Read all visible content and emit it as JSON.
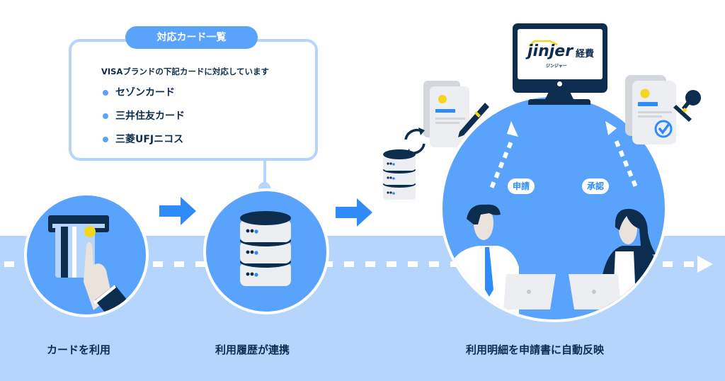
{
  "supported_cards": {
    "title": "対応カード一覧",
    "intro": "VISAブランドの下記カードに対応しています",
    "items": [
      "セゾンカード",
      "三井住友カード",
      "三菱UFJニコス"
    ]
  },
  "steps": [
    {
      "label": "カードを利用",
      "icon": "card-reader-hand-icon"
    },
    {
      "label": "利用履歴が連携",
      "icon": "database-icon"
    },
    {
      "label": "利用明細を申請書に自動反映",
      "icon": "office-workers-icon"
    }
  ],
  "app": {
    "logo_text": "jinjer",
    "logo_suffix": "経費",
    "logo_kana": "ジンジャー"
  },
  "flows": {
    "apply_label": "申請",
    "approve_label": "承認"
  },
  "colors": {
    "primary_blue": "#5aa3fc",
    "arrow_blue": "#2e8bf8",
    "light_band": "#b5d5fd",
    "navy": "#0d2d4f",
    "yellow": "#f2d61f"
  }
}
